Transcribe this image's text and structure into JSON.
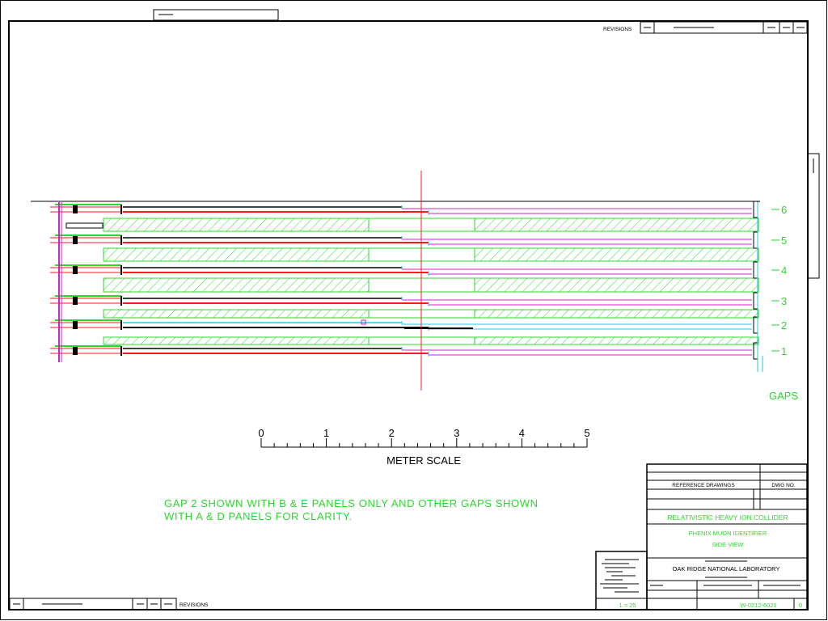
{
  "frame": {
    "revisions_top": "REVISIONS",
    "revisions_bottom": "REVISIONS"
  },
  "gaps": {
    "title": "GAPS",
    "labels": [
      "6",
      "5",
      "4",
      "3",
      "2",
      "1"
    ]
  },
  "scale": {
    "ticks": [
      "0",
      "1",
      "2",
      "3",
      "4",
      "5"
    ],
    "caption": "METER SCALE"
  },
  "note": {
    "line1": "GAP 2 SHOWN WITH B & E PANELS ONLY AND OTHER GAPS SHOWN",
    "line2": "WITH A & D PANELS FOR CLARITY."
  },
  "title_block": {
    "reference_drawings": "REFERENCE DRAWINGS",
    "dwg_no": "DWG NO.",
    "project": "RELATIVISTIC HEAVY ION COLLIDER",
    "title_line1": "PHENIX MUON IDENTIFIER",
    "title_line2": "SIDE VIEW",
    "lab": "OAK RIDGE NATIONAL LABORATORY",
    "scale": "1 = 25",
    "drawing_number": "W-0212-6021",
    "revision": "0"
  },
  "colors": {
    "green": "#2bd92b",
    "red": "#ff1a1a",
    "magenta": "#d020d0",
    "cyan": "#20c8e8",
    "black": "#000000"
  }
}
